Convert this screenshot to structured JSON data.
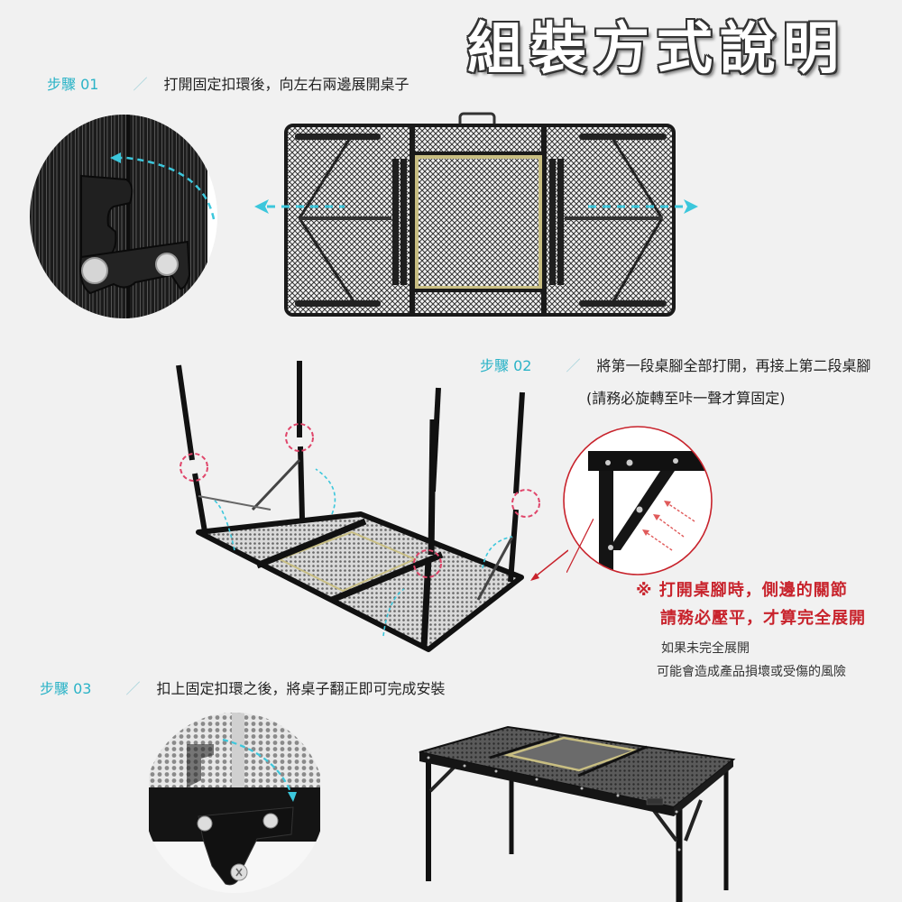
{
  "title": "組裝方式說明",
  "colors": {
    "background": "#f1f1f1",
    "step_accent": "#2bb3c7",
    "warning_red": "#c8232c",
    "arrow_cyan": "#3cc7dc",
    "highlight_pink": "#e0456a"
  },
  "steps": [
    {
      "label": "步驟 01",
      "separator": "／",
      "text": "打開固定扣環後，向左右兩邊展開桌子",
      "images": [
        {
          "name": "latch-closeup",
          "description": "close-up of latch with dashed cyan curved arrow"
        },
        {
          "name": "folded-table-top-view",
          "description": "folded table viewed from below with cyan arrows pointing left and right"
        }
      ]
    },
    {
      "label": "步驟 02",
      "separator": "／",
      "text": "將第一段桌腳全部打開，再接上第二段桌腳",
      "subtext": "(請務必旋轉至咔一聲才算固定)",
      "images": [
        {
          "name": "upside-down-table-legs",
          "description": "upside-down table with legs extended, pink dashed circles at joints"
        },
        {
          "name": "leg-joint-closeup",
          "description": "close-up of side brace joint with red dashed arrows"
        }
      ],
      "warning": {
        "symbol": "※",
        "line1": "打開桌腳時，側邊的關節",
        "line2": "請務必壓平，才算完全展開",
        "note_line1": "如果未完全展開",
        "note_line2": "可能會造成產品損壞或受傷的風險"
      }
    },
    {
      "label": "步驟 03",
      "separator": "／",
      "text": "扣上固定扣環之後，將桌子翻正即可完成安裝",
      "images": [
        {
          "name": "latch-locked-closeup",
          "description": "close-up of latch locking with dashed cyan arrow"
        },
        {
          "name": "assembled-table",
          "description": "fully assembled mesh camping table"
        }
      ]
    }
  ]
}
